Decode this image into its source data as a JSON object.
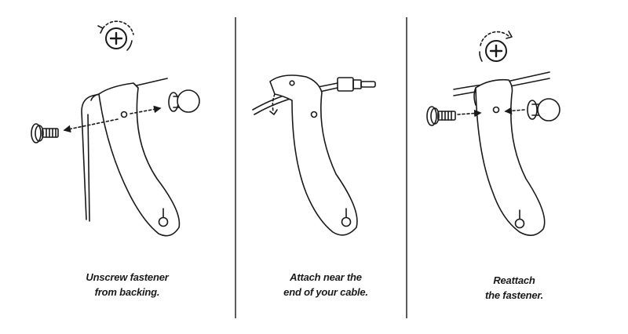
{
  "panels": [
    {
      "caption": [
        "Unscrew fastener",
        "from backing."
      ]
    },
    {
      "caption": [
        "Attach near the",
        "end of your cable."
      ]
    },
    {
      "caption": [
        "Reattach",
        "the fastener."
      ]
    }
  ],
  "colors": {
    "ink": "#1a1a1a",
    "strap_fill": "#ffffff",
    "divider": "#333333"
  },
  "icons": [
    "rotate-counterclockwise-plus-icon",
    "rotate-clockwise-plus-icon",
    "screw-icon",
    "knob-icon",
    "lightning-plug-icon"
  ]
}
